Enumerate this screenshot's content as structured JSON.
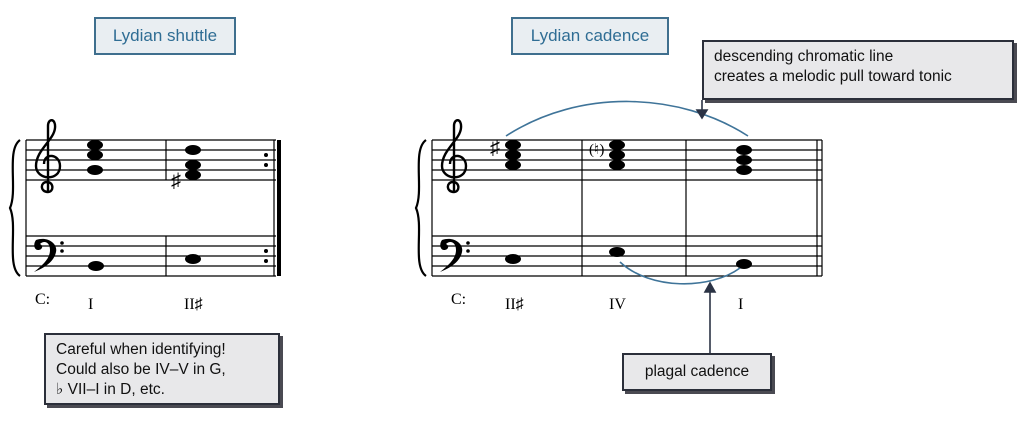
{
  "titles": {
    "left": "Lydian shuttle",
    "right": "Lydian cadence"
  },
  "notes": {
    "chromatic": [
      "descending chromatic line",
      "creates a melodic pull toward tonic"
    ],
    "careful": [
      "Careful when identifying!",
      "Could also be IV–V in G,",
      "♭ VII–I in D, etc."
    ],
    "plagal": "plagal cadence"
  },
  "analysis": {
    "left": {
      "key": "C:",
      "numerals": [
        "I",
        "II♯"
      ]
    },
    "right": {
      "key": "C:",
      "numerals": [
        "II♯",
        "IV",
        "I"
      ]
    }
  },
  "symbols": {
    "sharp": "♯",
    "natural_paren": "(♮)"
  },
  "colors": {
    "title_text": "#2f6d94",
    "title_border": "#3f6f8e",
    "arc": "#3f7499",
    "arrow": "#2b3345"
  }
}
